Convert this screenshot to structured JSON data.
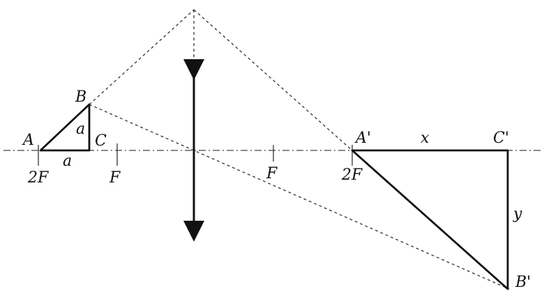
{
  "labels": {
    "A": "A",
    "B": "B",
    "C": "C",
    "a_vertical": "a",
    "a_horizontal": "a",
    "two_f_left": "2F",
    "f_left": "F",
    "f_right": "F",
    "A_prime": "A'",
    "C_prime": "C'",
    "B_prime": "B'",
    "x": "x",
    "y": "y",
    "two_f_right": "2F"
  }
}
